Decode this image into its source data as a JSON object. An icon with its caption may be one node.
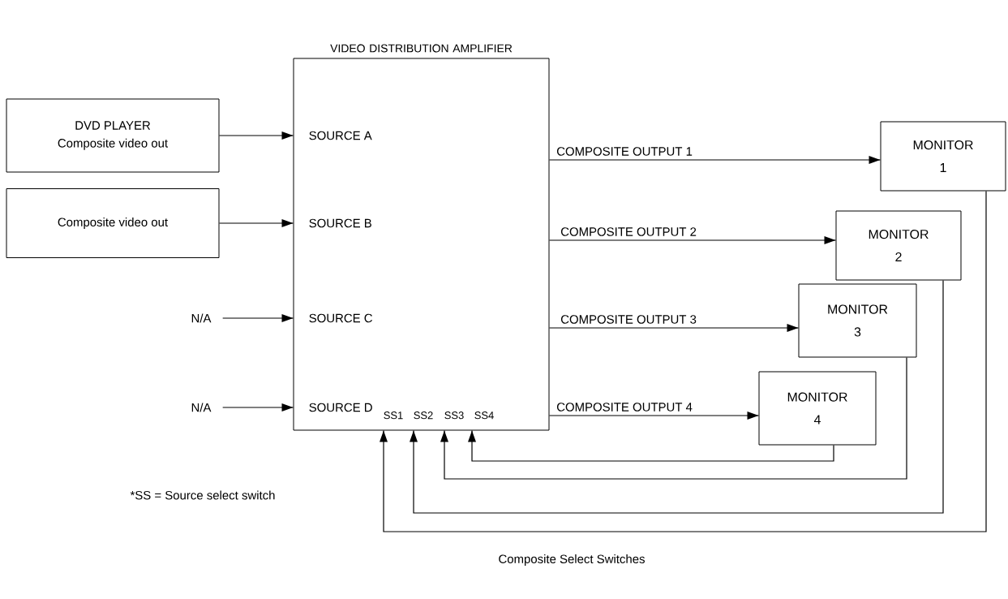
{
  "diagram": {
    "nodes": [
      {
        "text": [
          "VIDEO DISTRIBUTION AMPLIFIER"
        ]
      },
      {
        "text": [
          "DVD PLAYER",
          "Composite video out"
        ]
      },
      {
        "text": [
          "Composite video out"
        ]
      },
      {
        "text": [
          "N/A"
        ]
      },
      {
        "text": [
          "N/A"
        ]
      },
      {
        "text": [
          "SOURCE A"
        ],
        "in": 0
      },
      {
        "text": [
          "SOURCE B"
        ],
        "in": 0
      },
      {
        "text": [
          "SOURCE C"
        ],
        "in": 0
      },
      {
        "text": [
          "SOURCE D"
        ],
        "in": 0
      },
      {
        "text": [
          "SS1"
        ],
        "in": 0
      },
      {
        "text": [
          "SS2"
        ],
        "in": 0
      },
      {
        "text": [
          "SS3"
        ],
        "in": 0
      },
      {
        "text": [
          "SS4"
        ],
        "in": 0
      },
      {
        "text": [
          "MONITOR 1"
        ]
      },
      {
        "text": [
          "MONITOR 2"
        ]
      },
      {
        "text": [
          "MONITOR 3"
        ]
      },
      {
        "text": [
          "MONITOR 4"
        ]
      }
    ],
    "edges": [
      {
        "from": 1,
        "to": 5,
        "arrow": "to"
      },
      {
        "from": 2,
        "to": 6,
        "arrow": "to"
      },
      {
        "from": 3,
        "to": 7,
        "arrow": "to"
      },
      {
        "from": 4,
        "to": 8,
        "arrow": "to"
      },
      {
        "from": 0,
        "to": 13,
        "arrow": "to",
        "label": "COMPOSITE OUTPUT 1"
      },
      {
        "from": 0,
        "to": 14,
        "arrow": "to",
        "label": "COMPOSITE OUTPUT 2"
      },
      {
        "from": 0,
        "to": 15,
        "arrow": "to",
        "label": "COMPOSITE OUTPUT 3"
      },
      {
        "from": 0,
        "to": 16,
        "arrow": "to",
        "label": "COMPOSITE OUTPUT 4"
      },
      {
        "from": 16,
        "to": 12,
        "arrow": "to"
      },
      {
        "from": 15,
        "to": 11,
        "arrow": "to"
      },
      {
        "from": 14,
        "to": 10,
        "arrow": "to"
      },
      {
        "from": 13,
        "to": 9,
        "arrow": "to"
      }
    ],
    "labels": [
      "*SS = Source select switch",
      "Composite Select Switches"
    ]
  }
}
